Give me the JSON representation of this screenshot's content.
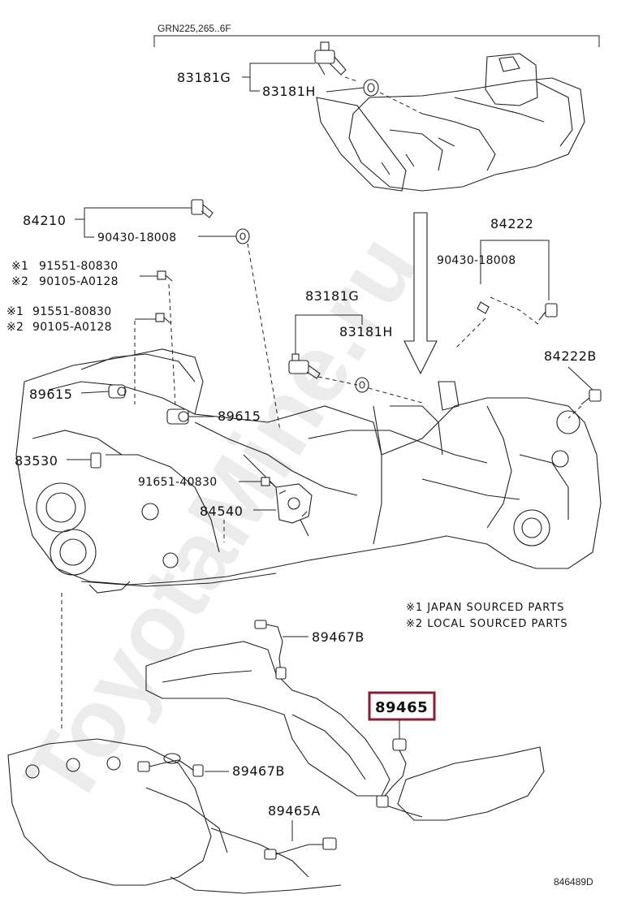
{
  "header": {
    "model_code": "GRN225,265..6F"
  },
  "watermark": "ToyotaMine.ru",
  "labels": {
    "p83181g_top": "83181G",
    "p83181h_top": "83181H",
    "p84210": "84210",
    "p90430_left": "90430-18008",
    "p84222": "84222",
    "p90430_right": "90430-18008",
    "p91551_a": "91551-80830",
    "p90105_a": "90105-A0128",
    "p91551_b": "91551-80830",
    "p90105_b": "90105-A0128",
    "p83181g_mid": "83181G",
    "p83181h_mid": "83181H",
    "p84222b": "84222B",
    "p89615_left": "89615",
    "p89615_right": "89615",
    "p83530": "83530",
    "p91651": "91651-40830",
    "p84540": "84540",
    "p89467b_upper": "89467B",
    "p89465": "89465",
    "p89467b_lower": "89467B",
    "p89465a": "89465A"
  },
  "marks": {
    "m1": "※1",
    "m2": "※2"
  },
  "legend": {
    "line1": "※1 JAPAN SOURCED PARTS",
    "line2": "※2 LOCAL SOURCED PARTS"
  },
  "footer": {
    "diagram_id": "846489D"
  },
  "colors": {
    "highlight": "#8a1c34",
    "ink": "#222222",
    "watermark": "#bdbdbd"
  }
}
